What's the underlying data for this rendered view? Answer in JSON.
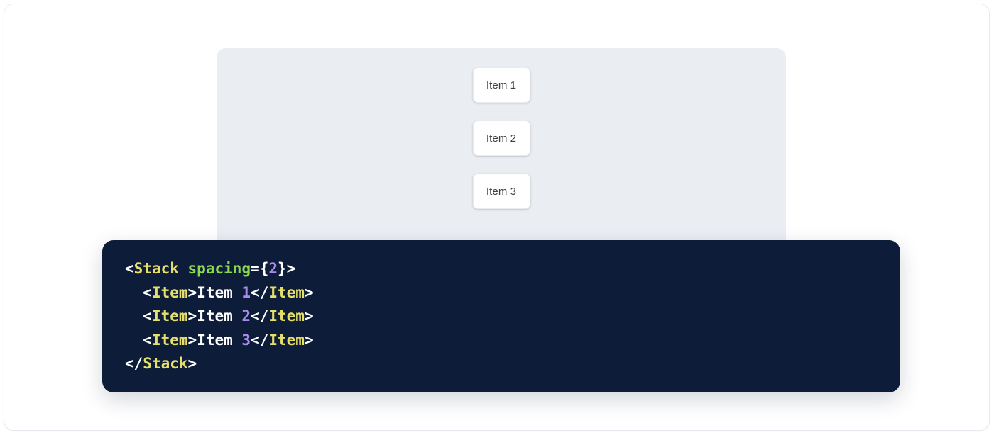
{
  "preview": {
    "panel_bg": "#eaedf2",
    "items": [
      {
        "label": "Item 1"
      },
      {
        "label": "Item 2"
      },
      {
        "label": "Item 3"
      }
    ]
  },
  "code": {
    "background": "#0d1c38",
    "language": "jsx",
    "colors": {
      "punctuation": "#ffffff",
      "tag": "#e6e06a",
      "attribute": "#8ad94f",
      "number": "#a98bf0",
      "text": "#ffffff"
    },
    "lines": [
      {
        "indent": "",
        "tokens": [
          {
            "t": "punct",
            "v": "<"
          },
          {
            "t": "tag",
            "v": "Stack"
          },
          {
            "t": "text",
            "v": " "
          },
          {
            "t": "attr",
            "v": "spacing"
          },
          {
            "t": "punct",
            "v": "={"
          },
          {
            "t": "num",
            "v": "2"
          },
          {
            "t": "punct",
            "v": "}>"
          }
        ]
      },
      {
        "indent": "  ",
        "tokens": [
          {
            "t": "punct",
            "v": "<"
          },
          {
            "t": "tag",
            "v": "Item"
          },
          {
            "t": "punct",
            "v": ">"
          },
          {
            "t": "text",
            "v": "Item "
          },
          {
            "t": "num",
            "v": "1"
          },
          {
            "t": "punct",
            "v": "</"
          },
          {
            "t": "tag",
            "v": "Item"
          },
          {
            "t": "punct",
            "v": ">"
          }
        ]
      },
      {
        "indent": "  ",
        "tokens": [
          {
            "t": "punct",
            "v": "<"
          },
          {
            "t": "tag",
            "v": "Item"
          },
          {
            "t": "punct",
            "v": ">"
          },
          {
            "t": "text",
            "v": "Item "
          },
          {
            "t": "num",
            "v": "2"
          },
          {
            "t": "punct",
            "v": "</"
          },
          {
            "t": "tag",
            "v": "Item"
          },
          {
            "t": "punct",
            "v": ">"
          }
        ]
      },
      {
        "indent": "  ",
        "tokens": [
          {
            "t": "punct",
            "v": "<"
          },
          {
            "t": "tag",
            "v": "Item"
          },
          {
            "t": "punct",
            "v": ">"
          },
          {
            "t": "text",
            "v": "Item "
          },
          {
            "t": "num",
            "v": "3"
          },
          {
            "t": "punct",
            "v": "</"
          },
          {
            "t": "tag",
            "v": "Item"
          },
          {
            "t": "punct",
            "v": ">"
          }
        ]
      },
      {
        "indent": "",
        "tokens": [
          {
            "t": "punct",
            "v": "</"
          },
          {
            "t": "tag",
            "v": "Stack"
          },
          {
            "t": "punct",
            "v": ">"
          }
        ]
      }
    ]
  }
}
